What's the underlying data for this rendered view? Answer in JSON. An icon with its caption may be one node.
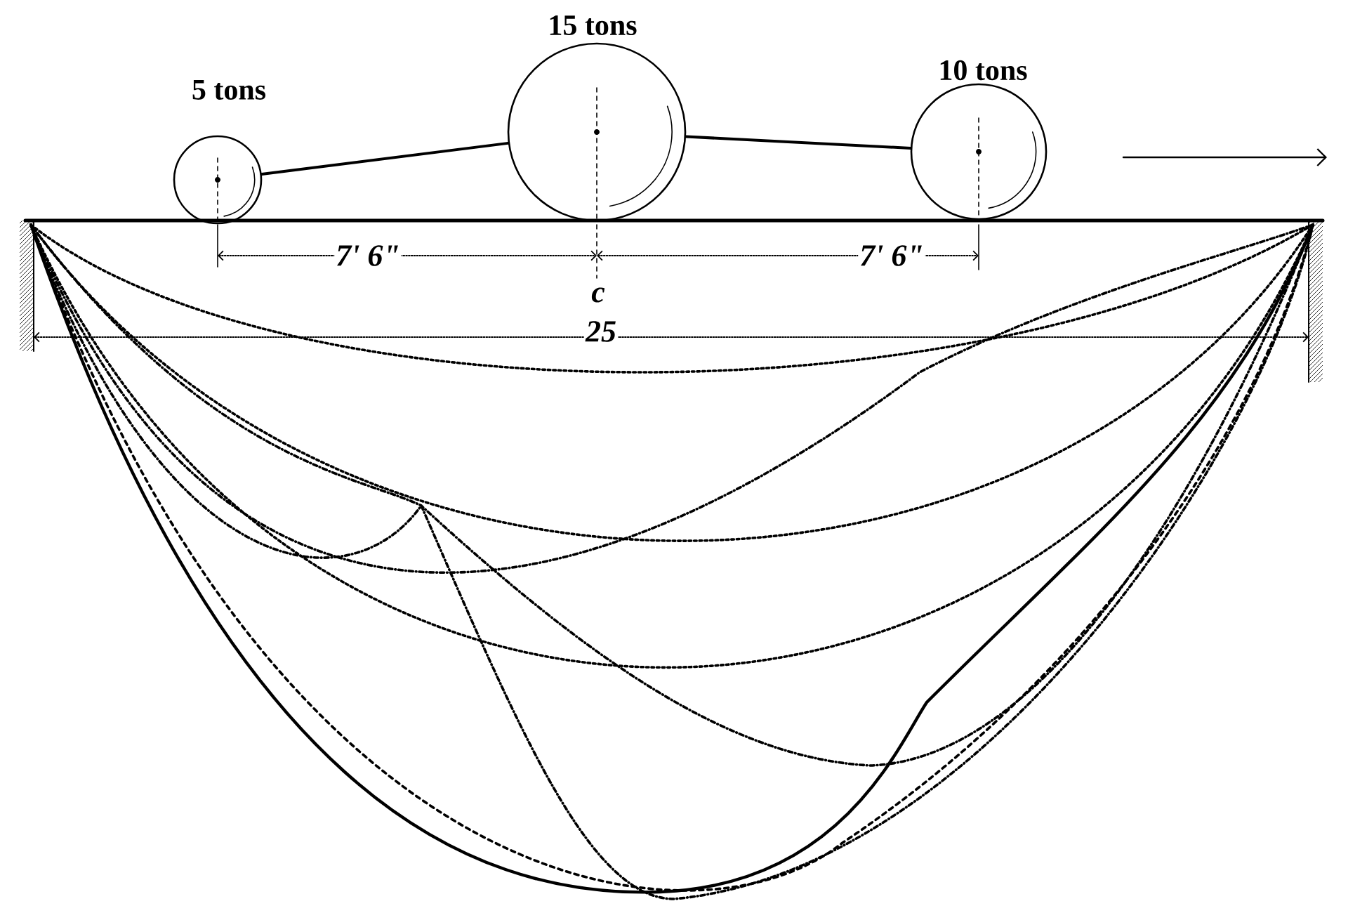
{
  "diagram": {
    "nodes": [
      {
        "text": [
          "5 tons"
        ]
      },
      {
        "text": [
          "15 tons"
        ]
      },
      {
        "text": [
          "10 tons"
        ]
      }
    ],
    "edges": [
      {
        "from": 0,
        "to": 1,
        "arrow": "none"
      },
      {
        "from": 1,
        "to": 2,
        "arrow": "none"
      }
    ],
    "labels": [
      "7' 6\"",
      "7' 6\"",
      "c",
      "25"
    ]
  }
}
